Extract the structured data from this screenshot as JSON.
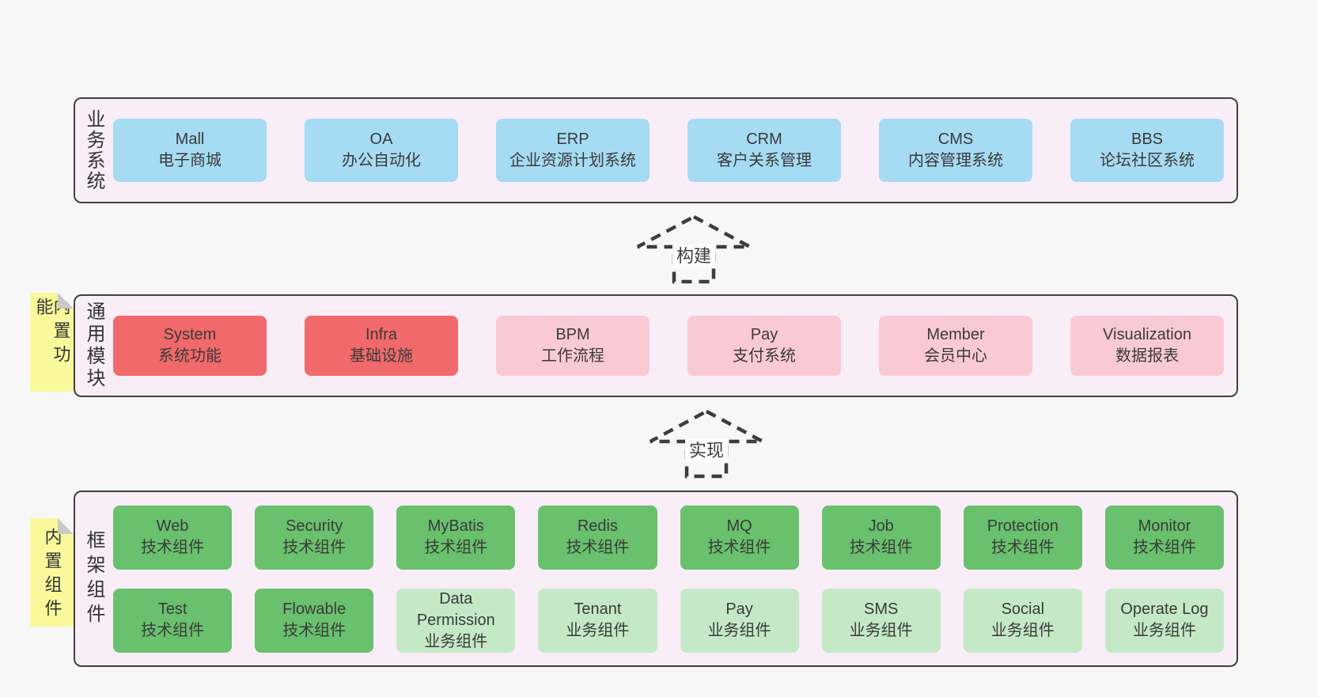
{
  "palette": {
    "page_bg": "#f7f7f7",
    "panel_bg": "#f9eef7",
    "panel_border": "#404040",
    "blue_box": "#a6dbf4",
    "red_box": "#f2696b",
    "pink_box": "#facad4",
    "green_box": "#69c16d",
    "green_light_box": "#c5e9c7",
    "tag_yellow": "#f9f99c",
    "tag_fold_gray": "#c9c9c9",
    "text": "#3a3a3a"
  },
  "arrows": {
    "build": {
      "label": "构建"
    },
    "implement": {
      "label": "实现"
    }
  },
  "sections": {
    "business": {
      "label": "业务系统",
      "boxes": [
        {
          "title": "Mall",
          "subtitle": "电子商城"
        },
        {
          "title": "OA",
          "subtitle": "办公自动化"
        },
        {
          "title": "ERP",
          "subtitle": "企业资源计划系统"
        },
        {
          "title": "CRM",
          "subtitle": "客户关系管理"
        },
        {
          "title": "CMS",
          "subtitle": "内容管理系统"
        },
        {
          "title": "BBS",
          "subtitle": "论坛社区系统"
        }
      ]
    },
    "modules": {
      "label": "通用模块",
      "tag": "内置功能",
      "boxes": [
        {
          "title": "System",
          "subtitle": "系统功能"
        },
        {
          "title": "Infra",
          "subtitle": "基础设施"
        },
        {
          "title": "BPM",
          "subtitle": "工作流程"
        },
        {
          "title": "Pay",
          "subtitle": "支付系统"
        },
        {
          "title": "Member",
          "subtitle": "会员中心"
        },
        {
          "title": "Visualization",
          "subtitle": "数据报表"
        }
      ]
    },
    "framework": {
      "label": "框架组件",
      "tag": "内置组件",
      "row1": [
        {
          "title": "Web",
          "subtitle": "技术组件"
        },
        {
          "title": "Security",
          "subtitle": "技术组件"
        },
        {
          "title": "MyBatis",
          "subtitle": "技术组件"
        },
        {
          "title": "Redis",
          "subtitle": "技术组件"
        },
        {
          "title": "MQ",
          "subtitle": "技术组件"
        },
        {
          "title": "Job",
          "subtitle": "技术组件"
        },
        {
          "title": "Protection",
          "subtitle": "技术组件"
        },
        {
          "title": "Monitor",
          "subtitle": "技术组件"
        }
      ],
      "row2": [
        {
          "title": "Test",
          "subtitle": "技术组件"
        },
        {
          "title": "Flowable",
          "subtitle": "技术组件"
        },
        {
          "title": "Data Permission",
          "subtitle": "业务组件"
        },
        {
          "title": "Tenant",
          "subtitle": "业务组件"
        },
        {
          "title": "Pay",
          "subtitle": "业务组件"
        },
        {
          "title": "SMS",
          "subtitle": "业务组件"
        },
        {
          "title": "Social",
          "subtitle": "业务组件"
        },
        {
          "title": "Operate Log",
          "subtitle": "业务组件"
        }
      ]
    }
  }
}
